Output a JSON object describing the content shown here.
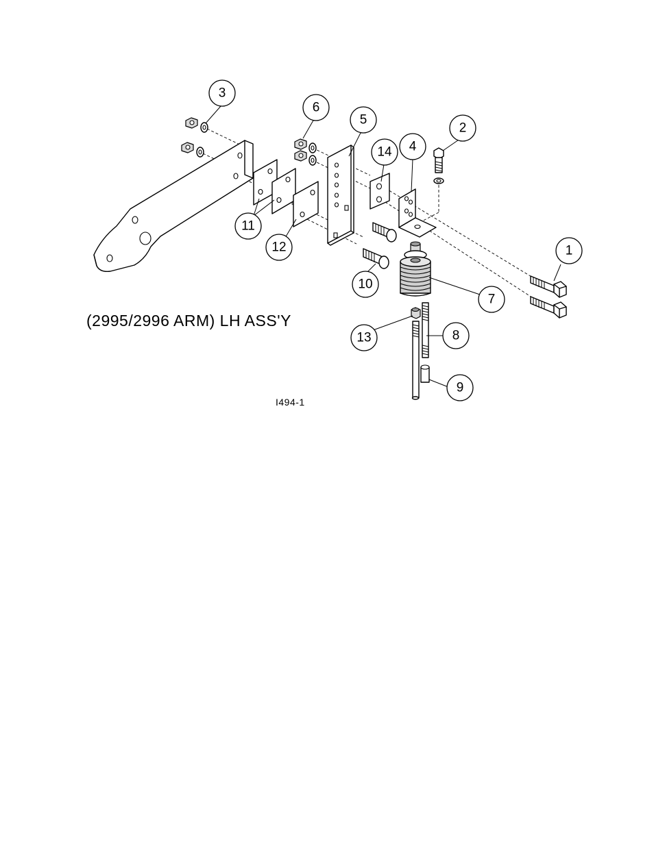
{
  "diagram": {
    "title": "(2995/2996 ARM) LH ASS'Y",
    "drawing_number": "I494-1",
    "callouts": [
      "1",
      "2",
      "3",
      "4",
      "5",
      "6",
      "7",
      "8",
      "9",
      "10",
      "11",
      "12",
      "13",
      "14"
    ]
  }
}
